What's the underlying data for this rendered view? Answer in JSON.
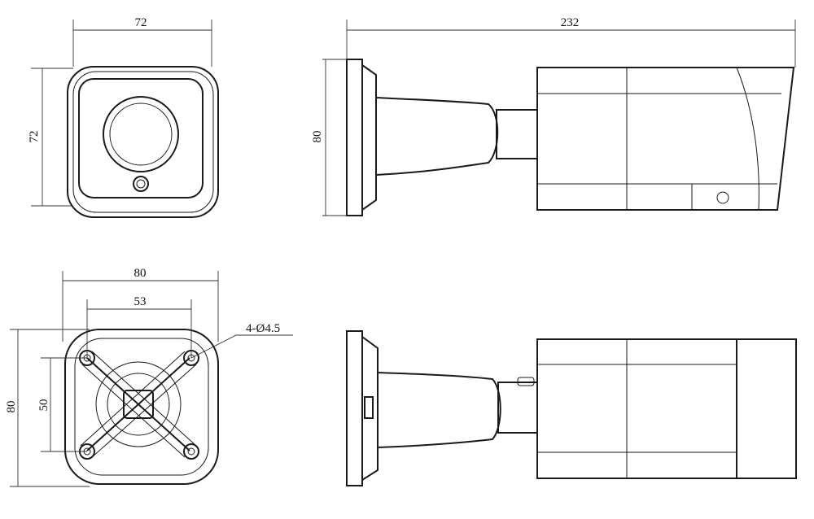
{
  "drawing": {
    "front_view": {
      "width_dim": "72",
      "height_dim": "72"
    },
    "side_view": {
      "length_dim": "232",
      "mount_height_dim": "80"
    },
    "mount_base_view": {
      "width_dim": "80",
      "hole_spacing_x": "53",
      "height_dim": "80",
      "hole_spacing_y": "50",
      "hole_callout": "4-Ø4.5"
    },
    "bottom_view": {}
  }
}
